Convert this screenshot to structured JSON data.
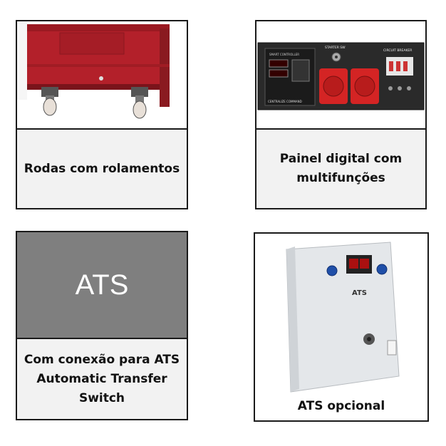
{
  "cards": [
    {
      "caption": "Rodas com rolamentos"
    },
    {
      "caption_line1": "Painel digital com",
      "caption_line2": "multifunções",
      "panel": {
        "controller": "SMART CONTROLLER",
        "starter": "STARTER SW",
        "breaker": "CIRCUIT BREAKER",
        "brand": "CENTRALIZE COMMAND"
      }
    },
    {
      "tile_text": "ATS",
      "caption_line1": "Com conexão para ATS",
      "caption_line2": "Automatic Transfer",
      "caption_line3": "Switch"
    },
    {
      "caption": "ATS opcional",
      "box_label": "ATS"
    }
  ],
  "colors": {
    "generator_red": "#b3202a",
    "socket_red": "#d42424",
    "tile_gray": "#7f7f7f",
    "caption_bg": "#f2f2f2"
  }
}
